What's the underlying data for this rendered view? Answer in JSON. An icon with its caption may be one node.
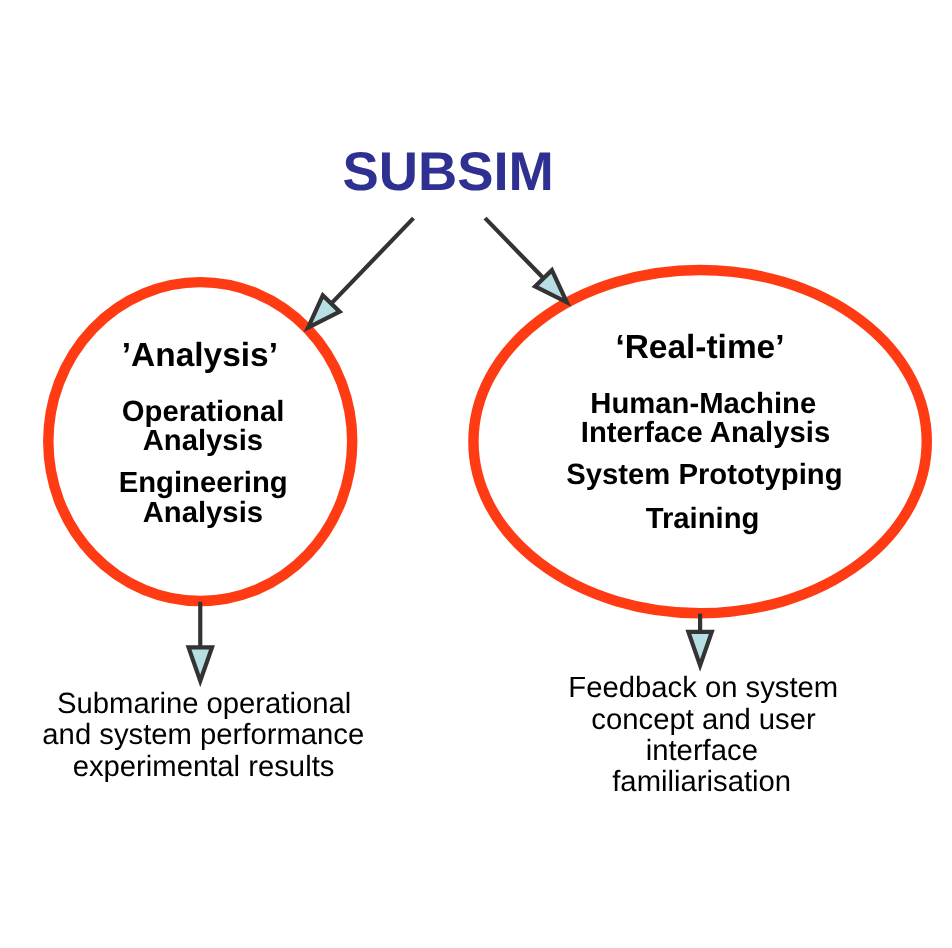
{
  "diagram": {
    "nodes": [
      {
        "text": [
          "SUBSIM"
        ]
      },
      {
        "text": [
          "’Analysis’",
          "Operational Analysis",
          "Engineering Analysis"
        ]
      },
      {
        "text": [
          "‘Real-time’",
          "Human-Machine Interface Analysis",
          "System Prototyping",
          "Training"
        ]
      },
      {
        "text": [
          "Submarine operational and system performance experimental results"
        ]
      },
      {
        "text": [
          "Feedback on system concept and user interface familiarisation"
        ]
      }
    ],
    "edges": [
      {
        "from": 0,
        "to": 1,
        "arrow": "to"
      },
      {
        "from": 0,
        "to": 2,
        "arrow": "to"
      },
      {
        "from": 1,
        "to": 3,
        "arrow": "to"
      },
      {
        "from": 2,
        "to": 4,
        "arrow": "to"
      }
    ]
  }
}
